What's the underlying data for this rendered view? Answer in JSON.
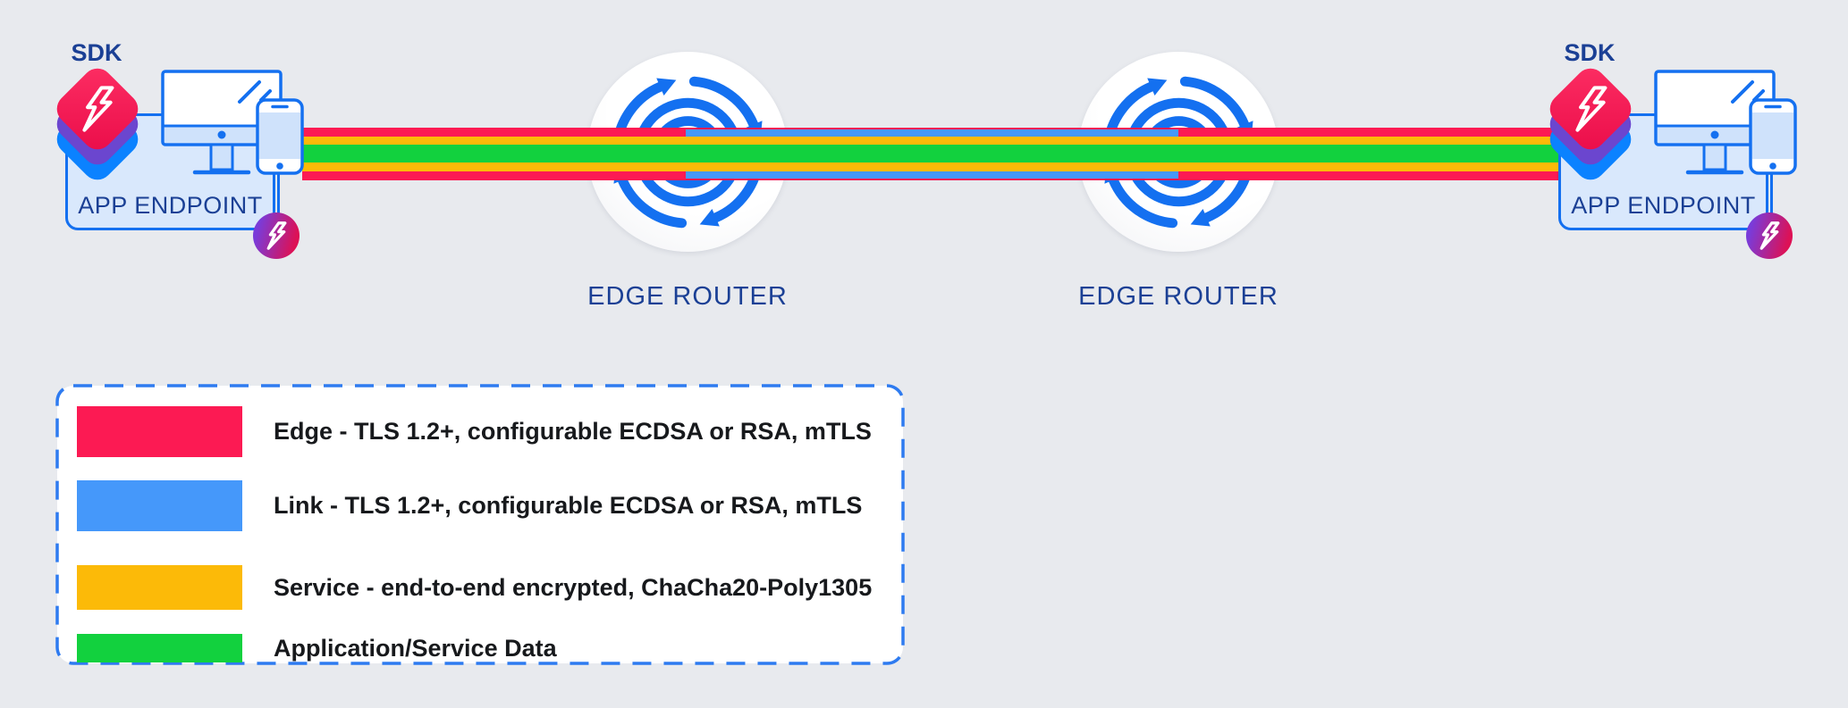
{
  "colors": {
    "bg": "#e8eaee",
    "red": "#fc1a53",
    "linkBlue": "#4598fa",
    "yellow": "#fcba08",
    "green": "#12d13e",
    "iconBlue": "#1470f0",
    "navy": "#1b4095",
    "boxFill": "#d9e8fc",
    "monitorBar": "#cfe2fb",
    "stackBlue": "#0b82ff",
    "stackPurple": "#6b46cf",
    "stackRedA": "#fd2e63",
    "stackRedB": "#ea0c49",
    "badgePurple": "#7a3bd9",
    "badgePink": "#dd1155",
    "legendBorder": "#2e7bf0",
    "legendText": "#17191c"
  },
  "endpoints": [
    {
      "side": "left",
      "sdk_label": "SDK",
      "box_label": "APP ENDPOINT"
    },
    {
      "side": "right",
      "sdk_label": "SDK",
      "box_label": "APP ENDPOINT"
    }
  ],
  "routers": [
    {
      "side": "left",
      "label": "EDGE ROUTER",
      "icon_letter": "R"
    },
    {
      "side": "right",
      "label": "EDGE ROUTER",
      "icon_letter": "R"
    }
  ],
  "legend": {
    "items": [
      {
        "key": "edge",
        "color": "#fc1a53",
        "label": "Edge - TLS 1.2+, configurable ECDSA or RSA, mTLS"
      },
      {
        "key": "link",
        "color": "#4598fa",
        "label": "Link - TLS 1.2+, configurable ECDSA or RSA, mTLS"
      },
      {
        "key": "service",
        "color": "#fcba08",
        "label": "Service - end-to-end encrypted, ChaCha20-Poly1305"
      },
      {
        "key": "data",
        "color": "#12d13e",
        "label": "Application/Service Data"
      }
    ]
  }
}
